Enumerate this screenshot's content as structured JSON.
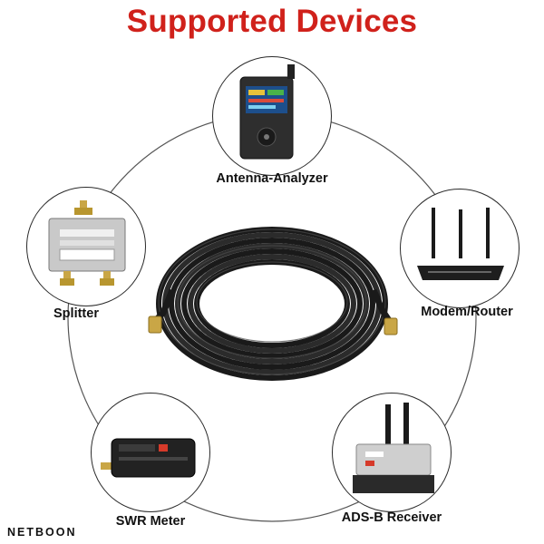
{
  "title": "Supported Devices",
  "devices": [
    {
      "label": "Antenna-Analyzer",
      "icon": "antenna-analyzer-icon"
    },
    {
      "label": "Splitter",
      "icon": "power-splitter-icon"
    },
    {
      "label": "Modem/Router",
      "icon": "router-icon"
    },
    {
      "label": "SWR Meter",
      "icon": "swr-meter-icon"
    },
    {
      "label": "ADS-B Receiver",
      "icon": "adsb-receiver-icon"
    }
  ],
  "brand": "NETBOON",
  "colors": {
    "title": "#d0211b",
    "cable": "#1a1a1a",
    "connector": "#c9a646"
  }
}
